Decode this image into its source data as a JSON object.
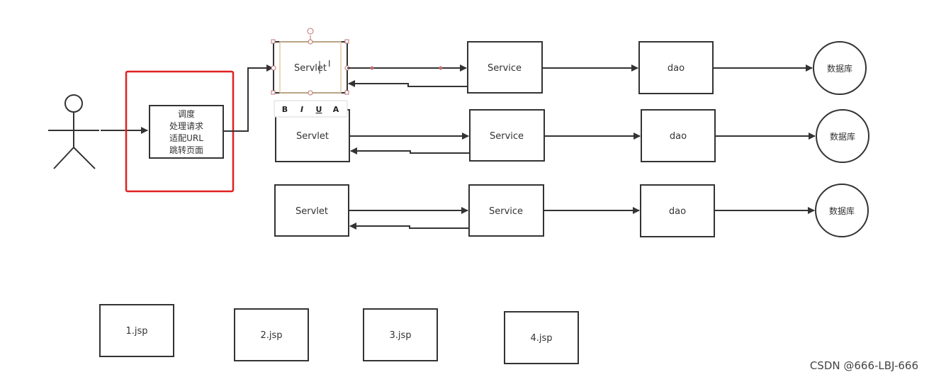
{
  "dispatcher": {
    "lines": [
      "调度",
      "处理请求",
      "适配URL",
      "跳转页面"
    ],
    "highlight_color": "#e02020"
  },
  "rows": [
    {
      "servlet": "Servlet",
      "service": "Service",
      "dao": "dao",
      "db": "数据库"
    },
    {
      "servlet": "Servlet",
      "service": "Service",
      "dao": "dao",
      "db": "数据库"
    },
    {
      "servlet": "Servlet",
      "service": "Service",
      "dao": "dao",
      "db": "数据库"
    }
  ],
  "jsp_pages": [
    "1.jsp",
    "2.jsp",
    "3.jsp",
    "4.jsp"
  ],
  "text_toolbar": {
    "bold": "B",
    "italic": "I",
    "underline": "U",
    "font": "A"
  },
  "watermark": "CSDN @666-LBJ-666",
  "colors": {
    "line": "#333333",
    "selection": "#e8c9a0",
    "handle": "#c07070"
  }
}
